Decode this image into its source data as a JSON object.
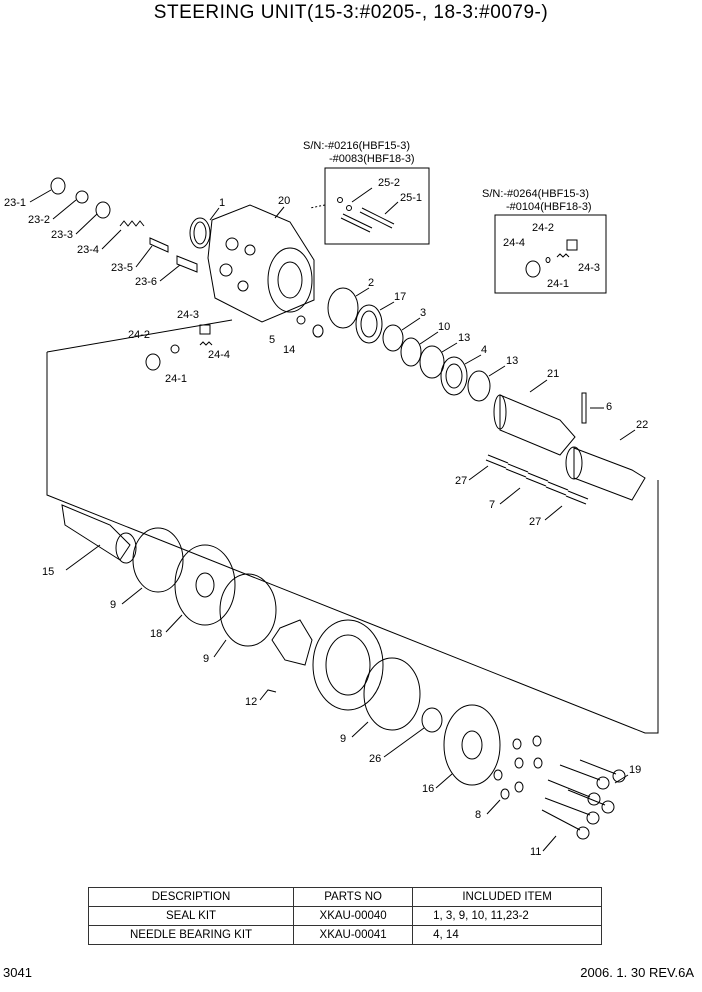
{
  "title": "STEERING UNIT(15-3:#0205-, 18-3:#0079-)",
  "serial_notes": {
    "note_25": [
      "S/N:-#0216(HBF15-3)",
      "-#0083(HBF18-3)"
    ],
    "note_24": [
      "S/N:-#0264(HBF15-3)",
      "-#0104(HBF18-3)"
    ]
  },
  "callouts": {
    "c23_1": "23-1",
    "c23_2": "23-2",
    "c23_3": "23-3",
    "c23_4": "23-4",
    "c23_5": "23-5",
    "c23_6": "23-6",
    "c1": "1",
    "c20": "20",
    "c25_2": "25-2",
    "c25_1": "25-1",
    "c24_2a": "24-2",
    "c24_4a": "24-4",
    "c24_3a": "24-3",
    "c24_1a": "24-1",
    "c2": "2",
    "c17": "17",
    "c24_3": "24-3",
    "c24_2": "24-2",
    "c24_4": "24-4",
    "c24_1": "24-1",
    "c5": "5",
    "c14": "14",
    "c3": "3",
    "c10": "10",
    "c13a": "13",
    "c4": "4",
    "c13b": "13",
    "c21": "21",
    "c6": "6",
    "c22": "22",
    "c27a": "27",
    "c7": "7",
    "c27b": "27",
    "c15": "15",
    "c9a": "9",
    "c18": "18",
    "c9b": "9",
    "c12": "12",
    "c9c": "9",
    "c26": "26",
    "c16": "16",
    "c8": "8",
    "c19": "19",
    "c11": "11"
  },
  "kit_table": {
    "headers": [
      "DESCRIPTION",
      "PARTS NO",
      "INCLUDED ITEM"
    ],
    "rows": [
      [
        "SEAL KIT",
        "XKAU-00040",
        "1, 3, 9, 10, 11,23-2"
      ],
      [
        "NEEDLE BEARING KIT",
        "XKAU-00041",
        "4, 14"
      ]
    ]
  },
  "footer": {
    "page": "3041",
    "revision": "2006. 1. 30 REV.6A"
  }
}
